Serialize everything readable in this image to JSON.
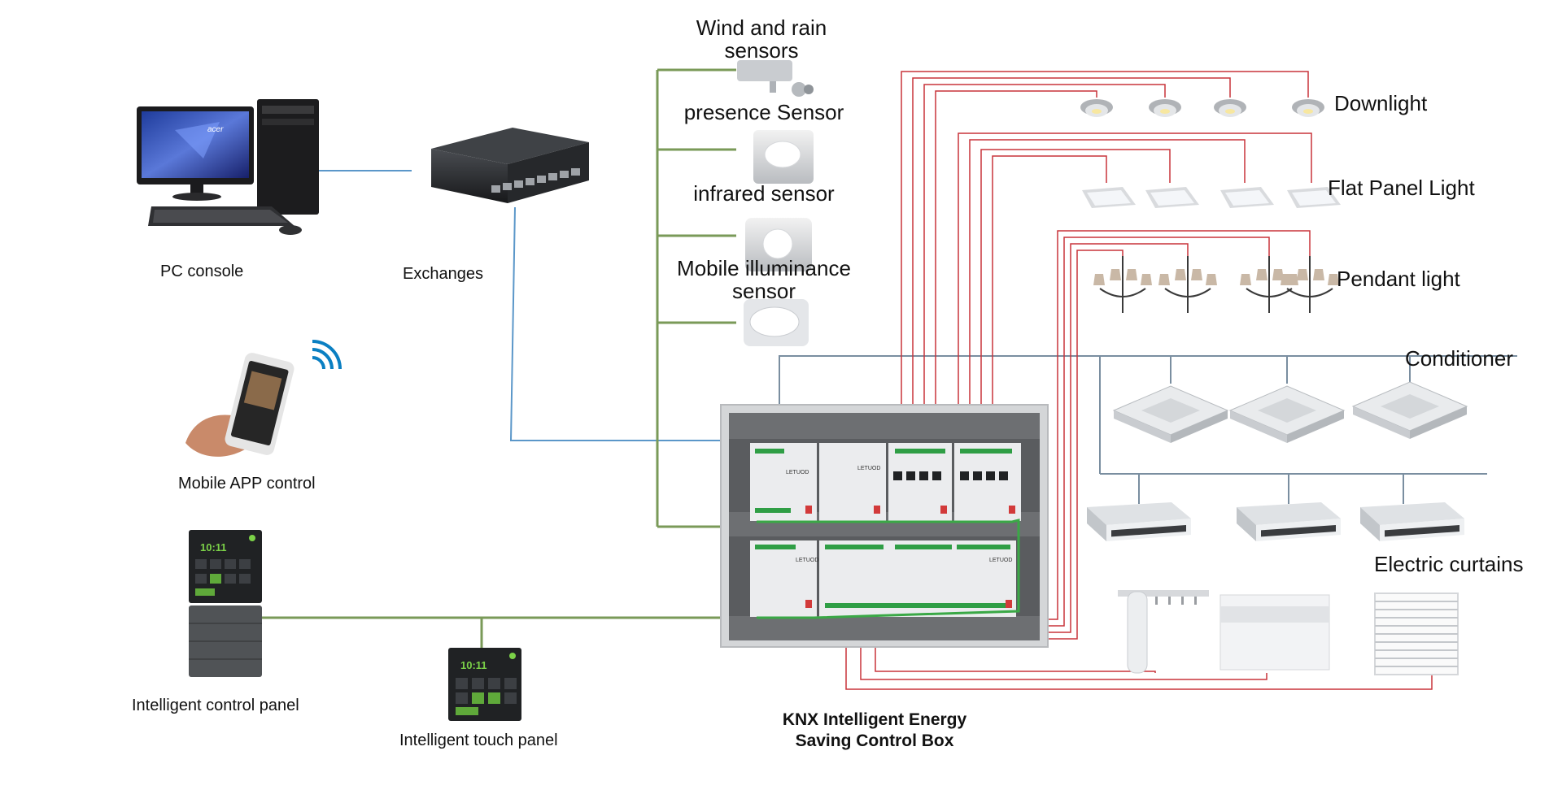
{
  "labels": {
    "pc_console": "PC console",
    "exchanges": "Exchanges",
    "mobile_app": "Mobile APP control",
    "control_panel": "Intelligent control panel",
    "touch_panel": "Intelligent touch panel",
    "control_box_line1": "KNX Intelligent Energy",
    "control_box_line2": "Saving Control Box",
    "wind_rain_line1": "Wind and rain",
    "wind_rain_line2": "sensors",
    "presence": "presence Sensor",
    "infrared": "infrared sensor",
    "illuminance_line1": "Mobile illuminance",
    "illuminance_line2": "sensor",
    "downlight": "Downlight",
    "flat_panel": "Flat Panel Light",
    "pendant": "Pendant light",
    "conditioner": "Conditioner",
    "curtains": "Electric curtains"
  },
  "devices": {
    "monitor_brand": "acer",
    "panel_time": "10:11",
    "touch_time": "10:11",
    "module_brand": "LETUOD"
  },
  "colors": {
    "bus_green": "#7a9a58",
    "cable_green": "#3aa846",
    "net_blue": "#5b97c9",
    "gray_line": "#7a8ea0",
    "wire_red": "#c8343a"
  }
}
